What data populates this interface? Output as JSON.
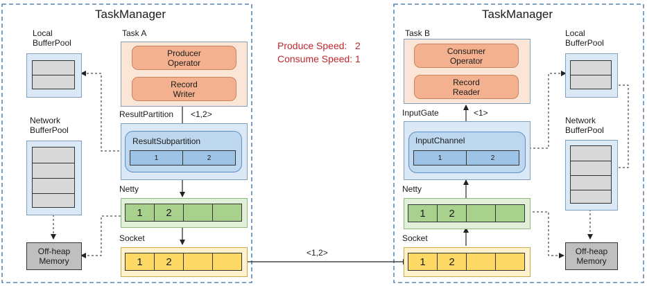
{
  "left": {
    "taskmanager": "TaskManager",
    "task": "Task A",
    "operator": "Producer\nOperator",
    "writer": "Record\nWriter",
    "partition": "ResultPartition",
    "subpartition": "ResultSubpartition",
    "sub_cells": [
      "1",
      "2"
    ],
    "flow": "<1,2>",
    "netty": "Netty",
    "netty_cells": [
      "1",
      "2",
      "",
      ""
    ],
    "socket": "Socket",
    "socket_cells": [
      "1",
      "2",
      "",
      ""
    ],
    "local_pool": "Local\nBufferPool",
    "network_pool": "Network\nBufferPool",
    "offheap": "Off-heap\nMemory"
  },
  "right": {
    "taskmanager": "TaskManager",
    "task": "Task B",
    "operator": "Consumer\nOperator",
    "reader": "Record\nReader",
    "gate": "InputGate",
    "channel": "InputChannel",
    "channel_cells": [
      "1",
      "2"
    ],
    "flow": "<1>",
    "netty": "Netty",
    "netty_cells": [
      "1",
      "2",
      "",
      ""
    ],
    "socket": "Socket",
    "socket_cells": [
      "1",
      "2",
      "",
      ""
    ],
    "local_pool": "Local\nBufferPool",
    "network_pool": "Network\nBufferPool",
    "offheap": "Off-heap\nMemory"
  },
  "speeds": {
    "produce_label": "Produce Speed:",
    "produce_value": "2",
    "consume_label": "Consume Speed:",
    "consume_value": "1"
  },
  "transfer": "<1,2>",
  "colors": {
    "task": "#fbe5d6",
    "operator": "#f4b18f",
    "partition": "#dbe8f6",
    "subpartition_inner": "#bdd7ee",
    "cells_blue": "#9dc3e6",
    "netty": "#e2efd9",
    "netty_cells": "#a9d18e",
    "socket": "#fff2cc",
    "socket_cells": "#ffd966",
    "pool": "#d9d9d9",
    "offheap": "#bfbfbf",
    "speed_text": "#c0262c",
    "frame": "#2e6da4"
  }
}
